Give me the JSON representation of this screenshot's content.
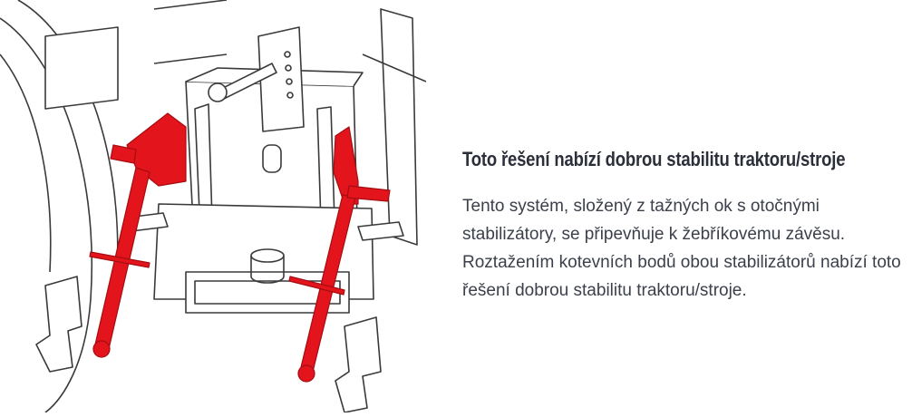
{
  "illustration": {
    "icon": "tractor-hitch-stabilizers-illustration",
    "colors": {
      "line": "#3a3a3a",
      "stabilizer": "#e3141b",
      "stabilizer_dark": "#a50d12"
    }
  },
  "content": {
    "heading": "Toto řešení nabízí dobrou stabilitu traktoru/stroje",
    "paragraph": "Tento systém, složený z tažných ok s otočnými stabilizátory, se připevňuje k žebříkovému závěsu. Roztažením kotevních bodů obou stabilizátorů nabízí toto řešení dobrou stabilitu traktoru/stroje."
  }
}
